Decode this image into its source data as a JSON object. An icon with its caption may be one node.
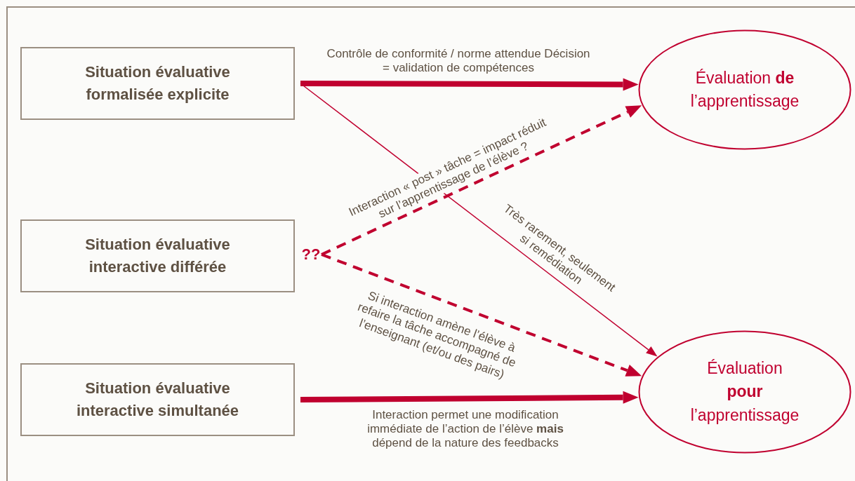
{
  "diagram": {
    "nodes": [
      {
        "text": [
          "Situation évaluative formalisée explicite"
        ]
      },
      {
        "text": [
          "Évaluation **de** l’apprentissage"
        ]
      },
      {
        "text": [
          "Situation évaluative interactive différée"
        ]
      },
      {
        "text": [
          "??"
        ]
      },
      {
        "text": [
          "Situation évaluative interactive simultanée"
        ]
      },
      {
        "text": [
          "Évaluation **pour** l’apprentissage"
        ]
      }
    ],
    "edges": [
      {
        "from": 0,
        "to": 1,
        "arrow": "to",
        "style": "thick",
        "label": "Contrôle de conformité / norme attendue Décision = validation de compétences"
      },
      {
        "from": 0,
        "to": 5,
        "arrow": "to",
        "label": "Très rarement, seulement si remédiation"
      },
      {
        "from": 3,
        "to": 1,
        "arrow": "to",
        "style": "dashed",
        "label": "Interaction « post » tâche = impact réduit sur l’apprentissage de l’élève ?"
      },
      {
        "from": 3,
        "to": 5,
        "arrow": "to",
        "style": "dashed",
        "label": "Si interaction amène l’élève à refaire la tâche accompagné de l’enseignant (et/ou des pairs)"
      },
      {
        "from": 4,
        "to": 5,
        "arrow": "to",
        "style": "thick",
        "label": "Interaction permet une modification immédiate de l’action de l’élève **mais** dépend de la nature des feedbacks"
      }
    ]
  }
}
